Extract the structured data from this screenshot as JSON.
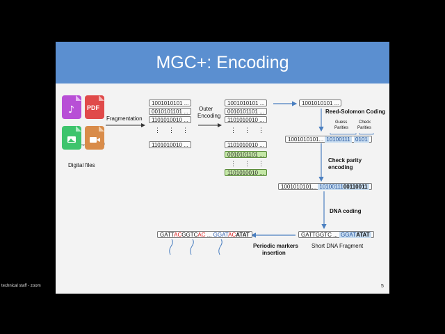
{
  "slide": {
    "title": "MGC+: Encoding",
    "page_number": "5"
  },
  "participant_label": "technical staff - zoom",
  "files": {
    "caption": "Digital files",
    "pdf_label": "PDF"
  },
  "steps": {
    "fragmentation": "Fragmentation",
    "outer_encoding_line1": "Outer",
    "outer_encoding_line2": "Encoding",
    "reed_solomon": "Reed-Solomon Coding",
    "guess_parities_line1": "Guess",
    "guess_parities_line2": "Parities",
    "check_parities_line1": "Check",
    "check_parities_line2": "Parities",
    "check_parity_encoding_line1": "Check parity",
    "check_parity_encoding_line2": "encoding",
    "dna_coding": "DNA coding",
    "short_dna_fragment": "Short DNA Fragment",
    "periodic_markers_line1": "Periodic markers",
    "periodic_markers_line2": "insertion"
  },
  "fragments": {
    "column1": [
      "1001010101 ...",
      "0010101101 ...",
      "1101010010 ...",
      "1101010010 ..."
    ],
    "column2": [
      "1001010101 ...",
      "0010101101 ...",
      "1101010010 ...",
      "1101010010 ..."
    ],
    "column2_green": [
      "0010101101 ...",
      "1101010010 ..."
    ],
    "single": "1001010101 ...",
    "vertical_dots": "⋮",
    "horizontal_dots": "⋮"
  },
  "rs_row": {
    "data": "1001010101...",
    "guess": "10100111",
    "check": "0101"
  },
  "encoded_row": {
    "data": "1001010101...",
    "guess": "10100111",
    "check": "00110011"
  },
  "dna_fragment": {
    "prefix": "GATTGGTC ...",
    "suffix_normal": "GGAT",
    "suffix_bold": "ATAT"
  },
  "marked_dna": {
    "p1": "GATT",
    "p2": "AC",
    "p3": "GGTC",
    "p4": "AC",
    "p5": " ... ",
    "p6": "GGAT",
    "p7": "AC",
    "p8": "ATAT"
  },
  "colors": {
    "title_bar": "#5b8fd0",
    "green_fragment": "#c4e7a6",
    "parity_highlight": "#c7dcf0",
    "arrow": "#4a7fc0",
    "marker_red": "#dd2222",
    "music_icon": "#b84fd6",
    "pdf_icon": "#e04a4a",
    "image_icon": "#3ec46d",
    "video_icon": "#d98c4a"
  }
}
